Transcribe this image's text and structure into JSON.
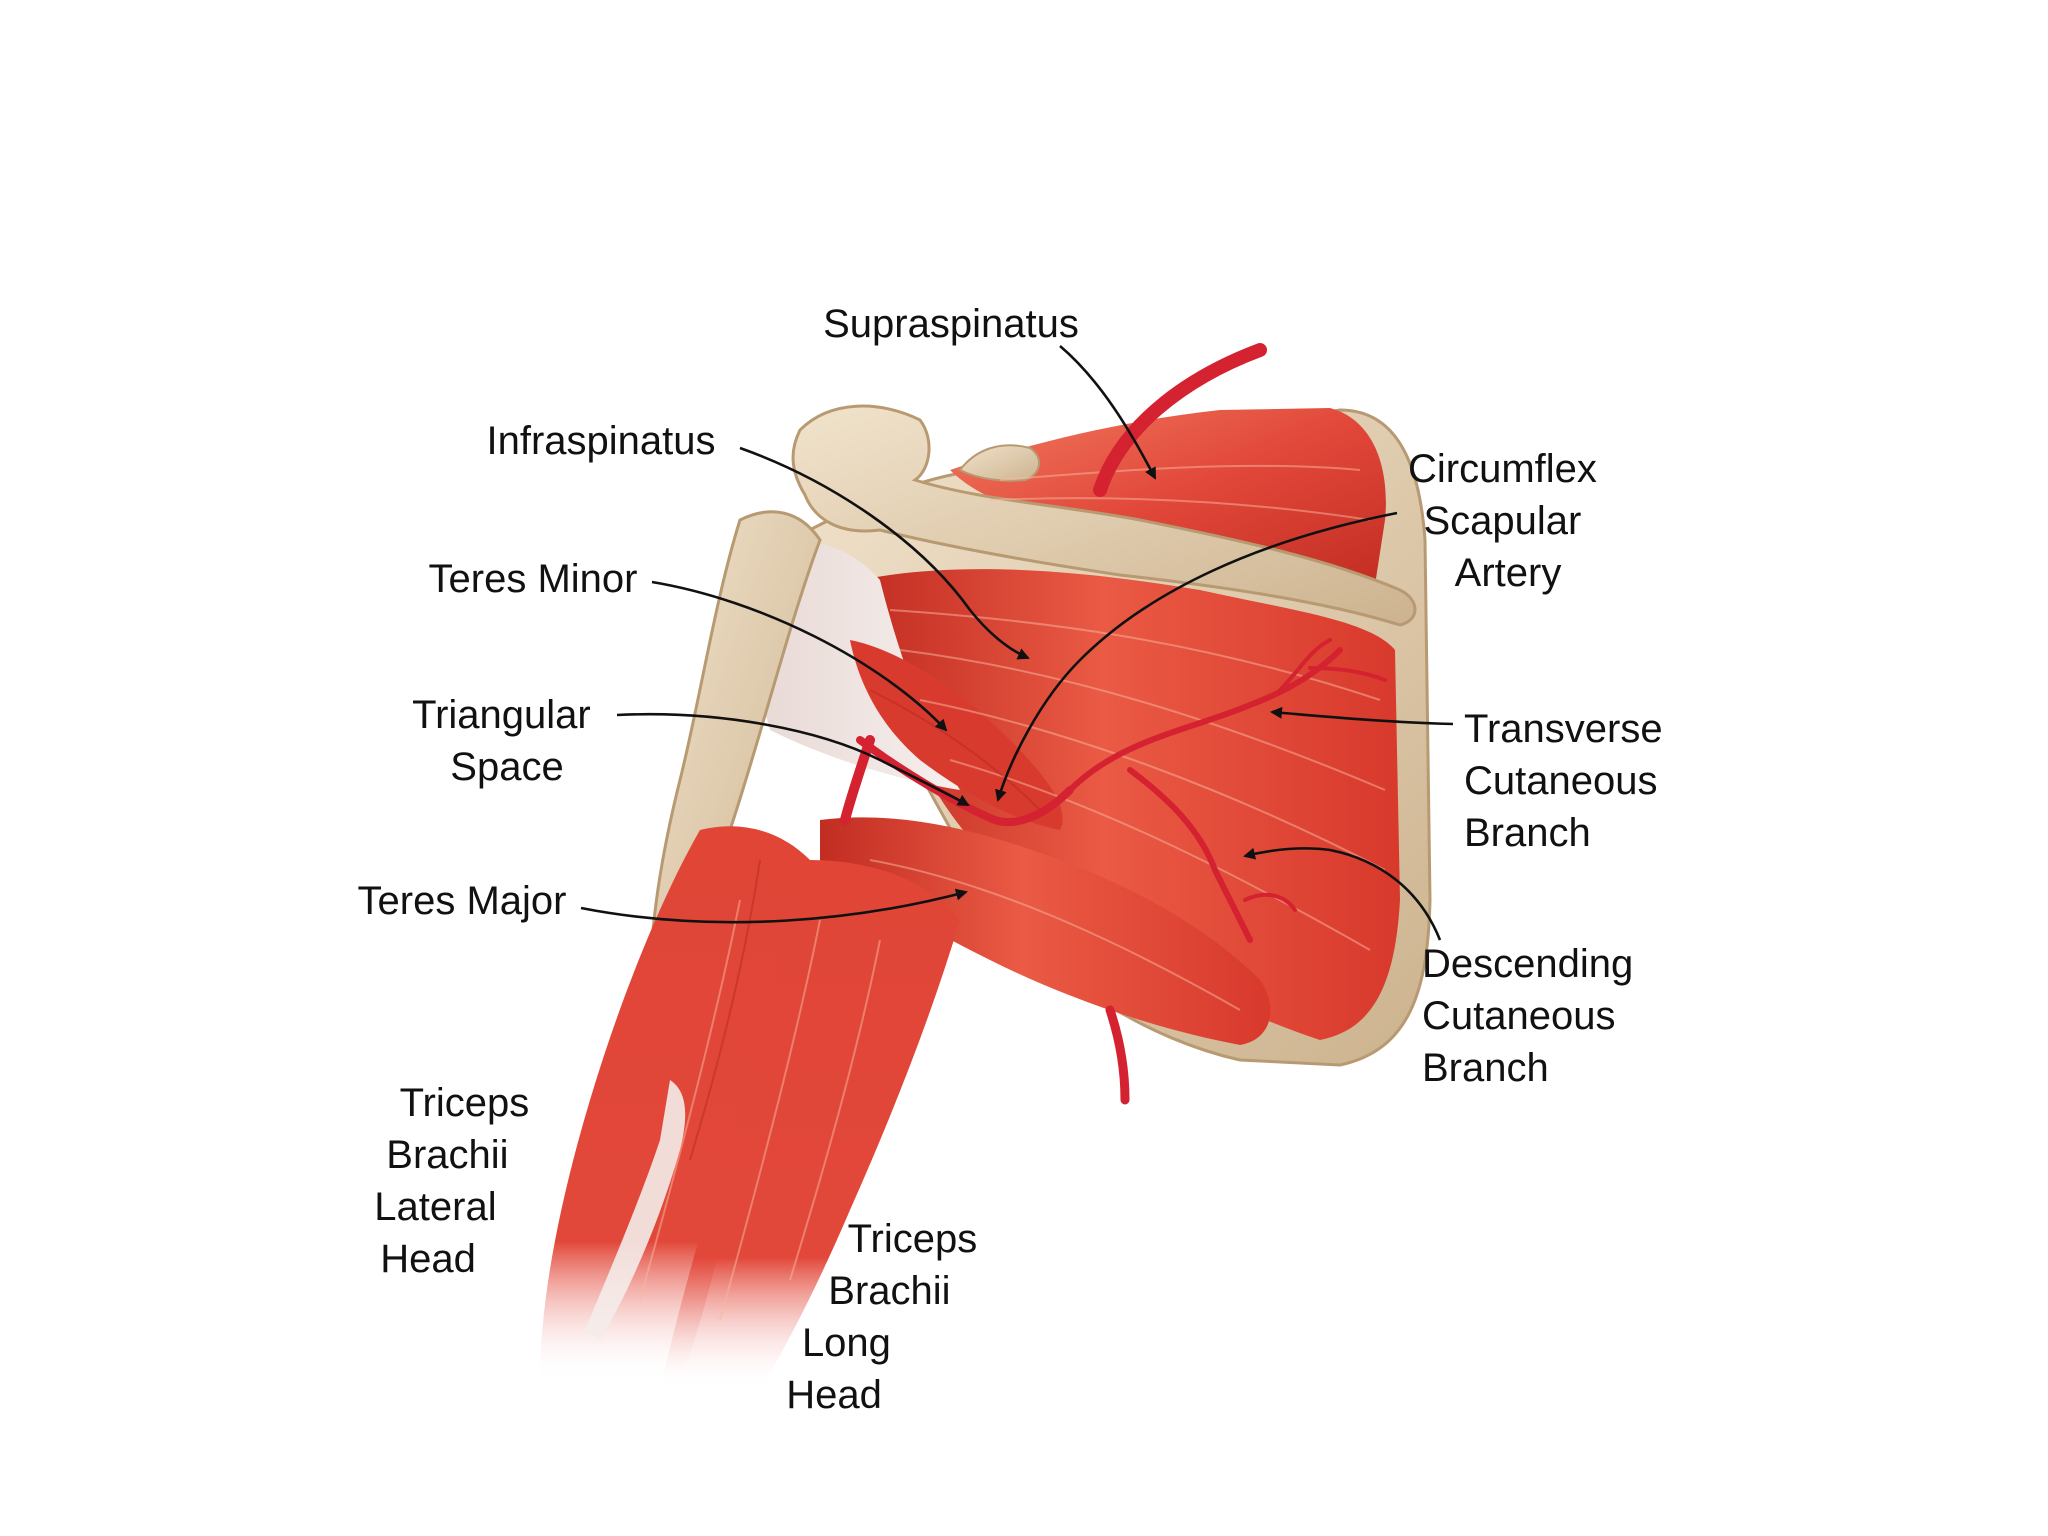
{
  "colors": {
    "background": "#ffffff",
    "muscle": "#e2483a",
    "muscle_dark": "#c22d22",
    "muscle_light": "#f07a5e",
    "bone": "#e8d6bc",
    "bone_shade": "#c9ad88",
    "tendon": "#efe6e4",
    "artery": "#d42231",
    "text": "#111111"
  },
  "labels": {
    "supraspinatus": [
      "Supraspinatus"
    ],
    "infraspinatus": [
      "Infraspinatus"
    ],
    "teres_minor": [
      "Teres Minor"
    ],
    "triangular_space": [
      "Triangular",
      "Space"
    ],
    "teres_major": [
      "Teres Major"
    ],
    "triceps_lateral": [
      "Triceps",
      "Brachii",
      "Lateral",
      "Head"
    ],
    "triceps_long": [
      "Triceps",
      "Brachii",
      "Long",
      "Head"
    ],
    "circumflex_scapular_artery": [
      "Circumflex",
      "Scapular",
      "Artery"
    ],
    "transverse_cutaneous_branch": [
      "Transverse",
      "Cutaneous",
      "Branch"
    ],
    "descending_cutaneous_branch": [
      "Descending",
      "Cutaneous",
      "Branch"
    ]
  }
}
